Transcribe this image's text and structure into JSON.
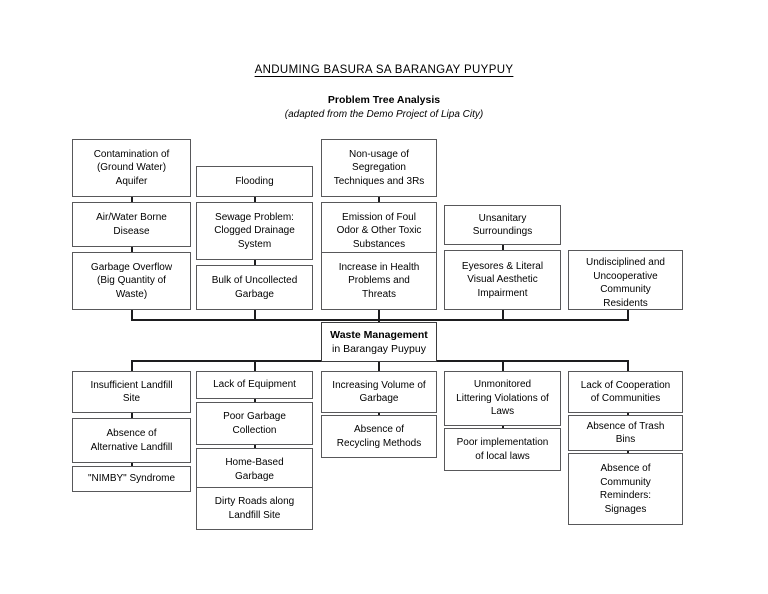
{
  "header": {
    "title": "ANDUMING BASURA SA BARANGAY PUYPUY",
    "subtitle": "Problem Tree Analysis",
    "source_note": "(adapted from the Demo Project of Lipa City)"
  },
  "core": {
    "line1": "Waste Management",
    "line2": "in Barangay Puypuy"
  },
  "effects": {
    "columns": [
      {
        "id": "col1",
        "nodes": [
          {
            "id": "e1-1",
            "label": "Contamination of\n(Ground Water)\nAquifer"
          },
          {
            "id": "e1-2",
            "label": "Air/Water Borne\nDisease"
          },
          {
            "id": "e1-3",
            "label": "Garbage Overflow\n(Big Quantity of\nWaste)"
          }
        ]
      },
      {
        "id": "col2",
        "nodes": [
          {
            "id": "e2-1",
            "label": "Flooding"
          },
          {
            "id": "e2-2",
            "label": "Sewage Problem:\nClogged Drainage\nSystem"
          },
          {
            "id": "e2-3",
            "label": "Bulk of Uncollected\nGarbage"
          }
        ]
      },
      {
        "id": "col3",
        "nodes": [
          {
            "id": "e3-1",
            "label": "Non-usage of\nSegregation\nTechniques and 3Rs"
          },
          {
            "id": "e3-2",
            "label": "Emission of Foul\nOdor & Other Toxic\nSubstances"
          },
          {
            "id": "e3-3",
            "label": "Increase in Health\nProblems and\nThreats"
          }
        ]
      },
      {
        "id": "col4",
        "nodes": [
          {
            "id": "e4-1",
            "label": "Unsanitary\nSurroundings"
          },
          {
            "id": "e4-2",
            "label": "Eyesores & Literal\nVisual Aesthetic\nImpairment"
          }
        ]
      },
      {
        "id": "col5",
        "nodes": [
          {
            "id": "e5-1",
            "label": "Undisciplined and\nUncooperative\nCommunity\nResidents"
          }
        ]
      }
    ]
  },
  "causes": {
    "columns": [
      {
        "id": "col1",
        "nodes": [
          {
            "id": "c1-1",
            "label": "Insufficient Landfill\nSite"
          },
          {
            "id": "c1-2",
            "label": "Absence of\nAlternative Landfill"
          },
          {
            "id": "c1-3",
            "label": "\"NIMBY\" Syndrome"
          }
        ]
      },
      {
        "id": "col2",
        "nodes": [
          {
            "id": "c2-1",
            "label": "Lack of Equipment"
          },
          {
            "id": "c2-2",
            "label": "Poor Garbage\nCollection"
          },
          {
            "id": "c2-3",
            "label": "Home-Based\nGarbage"
          },
          {
            "id": "c2-4",
            "label": "Dirty Roads along\nLandfill Site"
          }
        ]
      },
      {
        "id": "col3",
        "nodes": [
          {
            "id": "c3-1",
            "label": "Increasing Volume of\nGarbage"
          },
          {
            "id": "c3-2",
            "label": "Absence of\nRecycling Methods"
          }
        ]
      },
      {
        "id": "col4",
        "nodes": [
          {
            "id": "c4-1",
            "label": "Unmonitored\nLittering Violations of\nLaws"
          },
          {
            "id": "c4-2",
            "label": "Poor implementation\nof local laws"
          }
        ]
      },
      {
        "id": "col5",
        "nodes": [
          {
            "id": "c5-1",
            "label": "Lack of Cooperation\nof Communities"
          },
          {
            "id": "c5-2",
            "label": "Absence of Trash\nBins"
          },
          {
            "id": "c5-3",
            "label": "Absence of\nCommunity\nReminders:\nSignages"
          }
        ]
      }
    ]
  },
  "colors": {
    "box_border": "#58585a",
    "connector": "#1d1d1f",
    "background": "#ffffff",
    "text": "#000000"
  }
}
